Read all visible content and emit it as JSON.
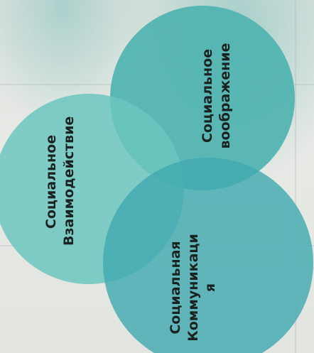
{
  "diagram": {
    "circles": [
      {
        "id": "imagination",
        "label": "Социальное\nвоображение",
        "color": "#4fb3b0"
      },
      {
        "id": "interaction",
        "label": "Социальное\nВзаимодействие",
        "color": "#6cc6bf"
      },
      {
        "id": "communication",
        "label": "Социальная\nКоммуникаци\nя",
        "color": "#42a9b0"
      }
    ]
  }
}
